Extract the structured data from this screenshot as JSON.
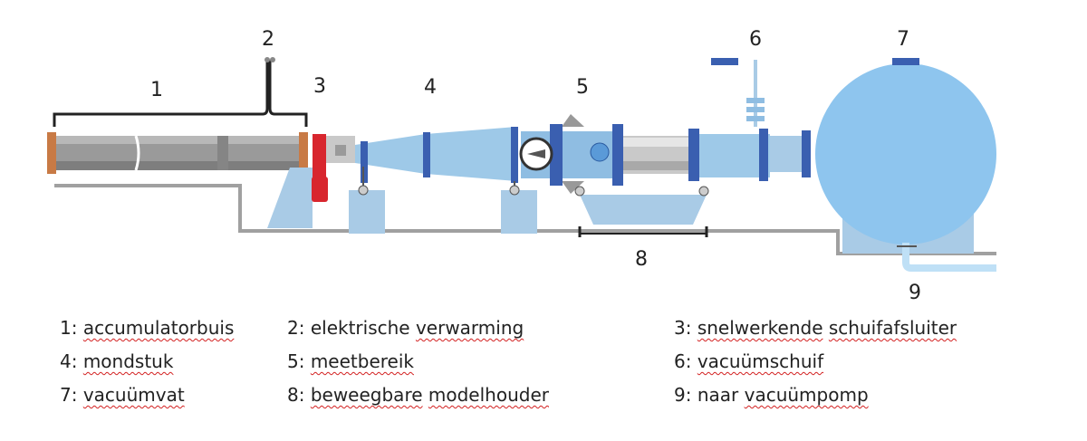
{
  "diagram": {
    "numbers": [
      "1",
      "2",
      "3",
      "4",
      "5",
      "6",
      "7",
      "8",
      "9"
    ],
    "colors": {
      "tube_gray": "#9a9a9a",
      "nozzle_blue": "#9ec9e8",
      "flange_blue": "#3a5fb0",
      "tank_blue": "#8ec5ee",
      "heater_red": "#d8262e",
      "ground": "#a0a0a0"
    }
  },
  "legend": {
    "rows": [
      [
        {
          "num": "1:",
          "words": [
            "accumulatorbuis"
          ]
        },
        {
          "num": "2:",
          "words": [
            "elektrische",
            "verwarming"
          ]
        },
        {
          "num": "3:",
          "words": [
            "snelwerkende",
            "schuifafsluiter"
          ]
        }
      ],
      [
        {
          "num": "4:",
          "words": [
            "mondstuk"
          ]
        },
        {
          "num": "5:",
          "words": [
            "meetbereik"
          ]
        },
        {
          "num": "6:",
          "words": [
            "vacuümschuif"
          ]
        }
      ],
      [
        {
          "num": "7:",
          "words": [
            "vacuümvat"
          ]
        },
        {
          "num": "8:",
          "words": [
            "beweegbare",
            "modelhouder"
          ]
        },
        {
          "num": "9:",
          "words": [
            "naar",
            "vacuümpomp"
          ]
        }
      ]
    ],
    "underlined": [
      "accumulatorbuis",
      "verwarming",
      "snelwerkende",
      "schuifafsluiter",
      "mondstuk",
      "meetbereik",
      "vacuümschuif",
      "vacuümvat",
      "beweegbare",
      "modelhouder",
      "vacuümpomp"
    ]
  }
}
